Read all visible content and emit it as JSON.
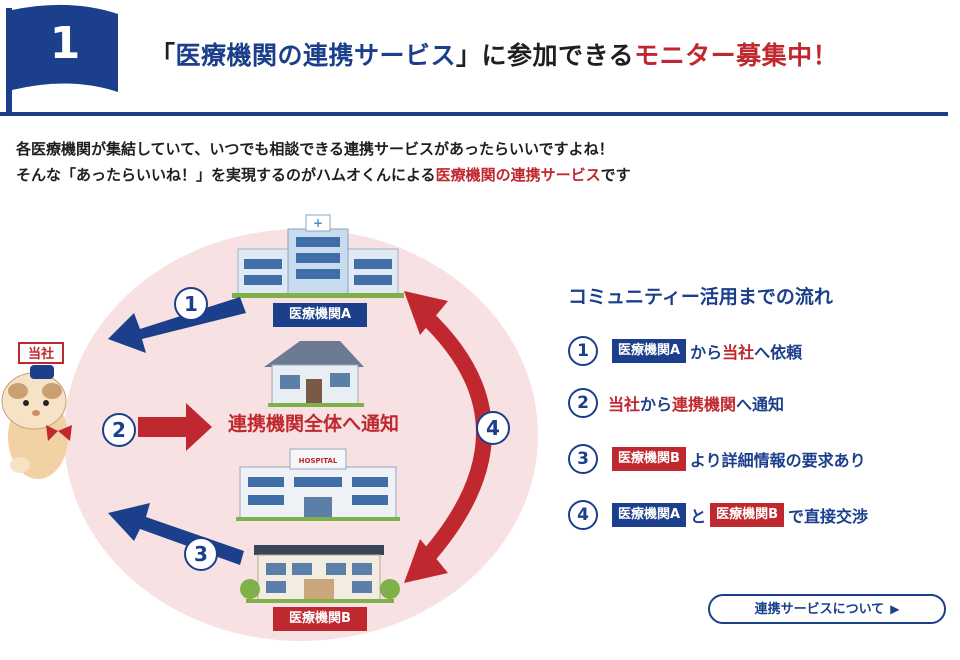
{
  "header": {
    "number": "1",
    "title_open": "「",
    "title_blue": "医療機関の連携サービス",
    "title_close": "」",
    "title_mid": "に参加できる",
    "title_red": "モニター募集中！"
  },
  "intro": {
    "line1": "各医療機関が集結していて、いつでも相談できる連携サービスがあったらいいですよね！",
    "line2_pre": "そんな「あったらいいね！」を実現するのがハムオくんによる",
    "line2_red": "医療機関の連携サービス",
    "line2_post": "です"
  },
  "diagram": {
    "self_label": "当社",
    "institution_a": "医療機関A",
    "institution_b": "医療機関B",
    "notify_all": "連携機関全体へ通知",
    "hospital_sign": "HOSPITAL",
    "steps": [
      "1",
      "2",
      "3",
      "4"
    ]
  },
  "flow": {
    "title": "コミュニティー活用までの流れ",
    "step1": {
      "num": "1",
      "chip": "医療機関A",
      "t1": "から",
      "t2": "当社",
      "t3": "へ依頼"
    },
    "step2": {
      "num": "2",
      "t1": "当社",
      "t2": "から",
      "t3": "連携機関",
      "t4": "へ通知"
    },
    "step3": {
      "num": "3",
      "chip": "医療機関B",
      "t1": "より詳細情報の要求あり"
    },
    "step4": {
      "num": "4",
      "chip_a": "医療機関A",
      "t1": "と",
      "chip_b": "医療機関B",
      "t2": "で直接交渉"
    }
  },
  "button": {
    "label": "連携サービスについて",
    "arrow": "▶"
  },
  "colors": {
    "navy": "#1b3f8b",
    "red": "#c0282f",
    "pink": "#f8e1e2"
  }
}
